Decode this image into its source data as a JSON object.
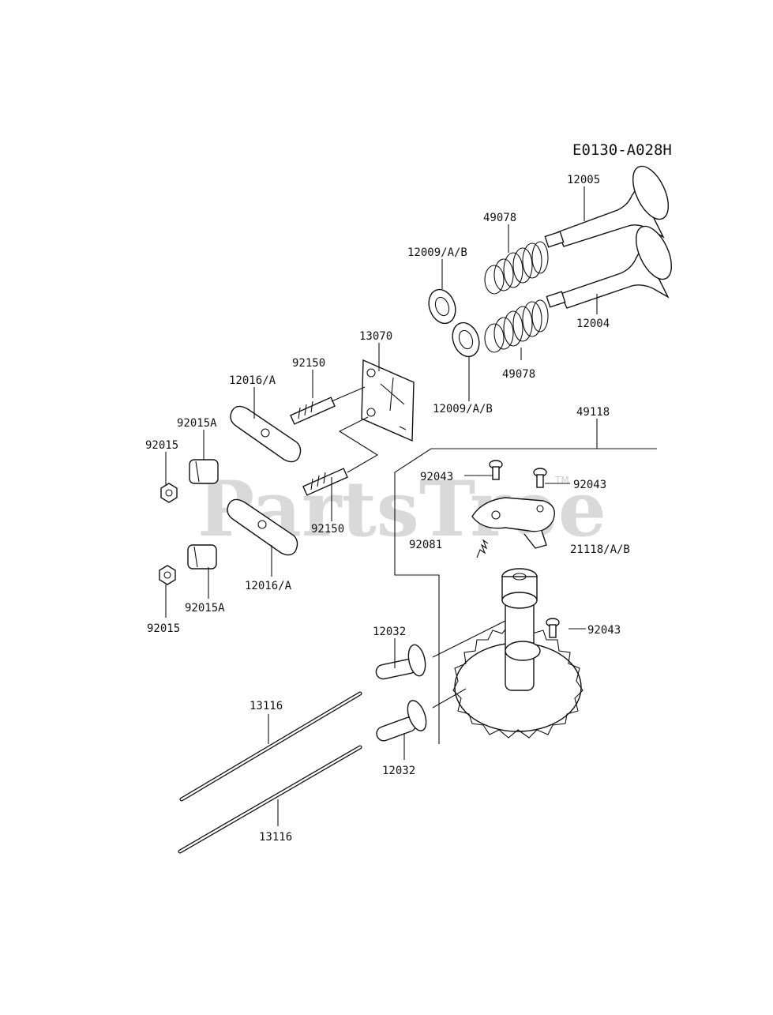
{
  "diagram": {
    "code": "E0130-A028H",
    "watermark": "PartsTree",
    "trademark": "TM",
    "labels": {
      "p12005": "12005",
      "p49078_top": "49078",
      "p12009_top": "12009/A/B",
      "p12004": "12004",
      "p49078_bottom": "49078",
      "p12009_bottom": "12009/A/B",
      "p13070": "13070",
      "p92150_top": "92150",
      "p12016_top": "12016/A",
      "p92015A_top": "92015A",
      "p92015_top": "92015",
      "p92150_bottom": "92150",
      "p12016_bottom": "12016/A",
      "p92015A_bottom": "92015A",
      "p92015_bottom": "92015",
      "p49118": "49118",
      "p92043_left": "92043",
      "p92043_right": "92043",
      "p92081": "92081",
      "p21118": "21118/A/B",
      "p92043_cam": "92043",
      "p12032_top": "12032",
      "p12032_bottom": "12032",
      "p13116_top": "13116",
      "p13116_bottom": "13116"
    }
  }
}
